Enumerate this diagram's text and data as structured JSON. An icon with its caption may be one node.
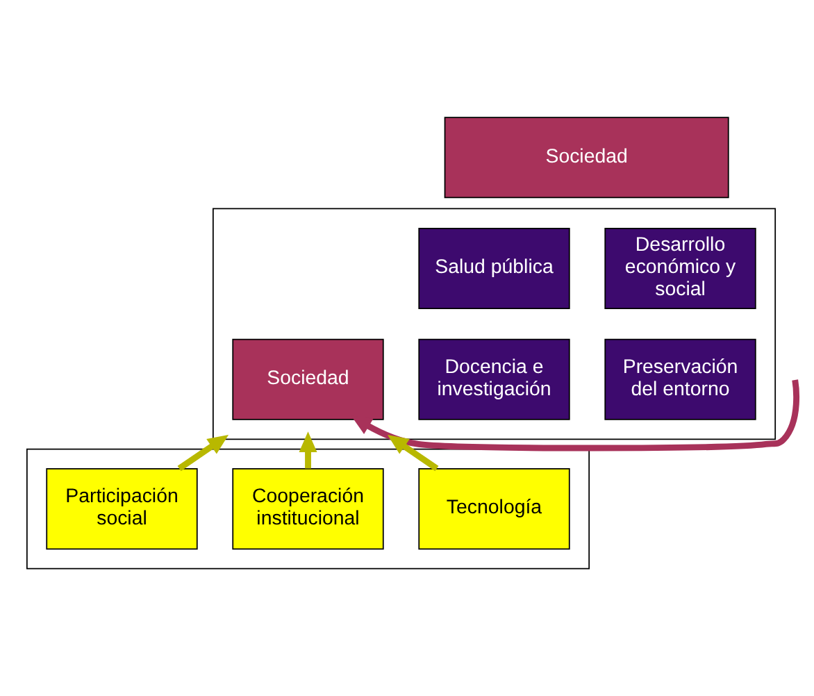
{
  "diagram": {
    "nodes": [
      {
        "text": [
          "Sociedad"
        ]
      },
      {
        "text": [],
        "shape": "box"
      },
      {
        "text": [
          "Sociedad"
        ],
        "in": 1
      },
      {
        "text": [
          "Salud pública"
        ],
        "in": 1
      },
      {
        "text": [
          "Desarrollo económico y social"
        ],
        "in": 1
      },
      {
        "text": [
          "Docencia e investigación"
        ],
        "in": 1
      },
      {
        "text": [
          "Preservación del entorno"
        ],
        "in": 1
      },
      {
        "text": [],
        "shape": "box"
      },
      {
        "text": [
          "Participación social"
        ],
        "in": 7
      },
      {
        "text": [
          "Cooperación institucional"
        ],
        "in": 7
      },
      {
        "text": [
          "Tecnología"
        ],
        "in": 7
      }
    ],
    "edges": [
      {
        "from": null,
        "to": 2,
        "arrow": "to",
        "color": "#a8325a"
      },
      {
        "from": 8,
        "to": 1,
        "arrow": "to"
      },
      {
        "from": 9,
        "to": 1,
        "arrow": "to"
      },
      {
        "from": 10,
        "to": 1,
        "arrow": "to"
      }
    ]
  }
}
